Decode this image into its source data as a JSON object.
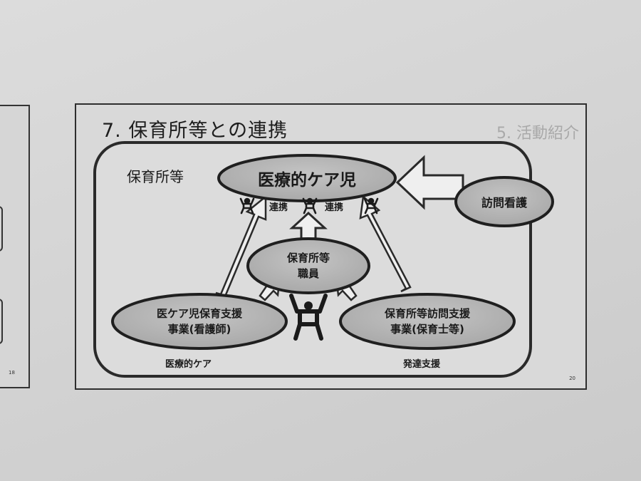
{
  "slide": {
    "title": "7. 保育所等との連携",
    "ghost_title": "5. 活動紹介",
    "page_number": "20",
    "prev_page_number": "18"
  },
  "diagram": {
    "container_label": "保育所等",
    "center_node": "医療的ケア児",
    "staff_node": [
      "保育所等",
      "職員"
    ],
    "visiting_nurse_node": "訪問看護",
    "left_node": [
      "医ケア児保育支援",
      "事業(看護師)"
    ],
    "right_node": [
      "保育所等訪問支援",
      "事業(保育士等)"
    ],
    "link_left": "連携",
    "link_right": "連携",
    "bottom_left_caption": "医療的ケア",
    "bottom_right_caption": "発達支援"
  },
  "colors": {
    "ellipse_fill": "#b5b5b5",
    "line": "#2a2a2a",
    "background": "#d9d9d9"
  }
}
